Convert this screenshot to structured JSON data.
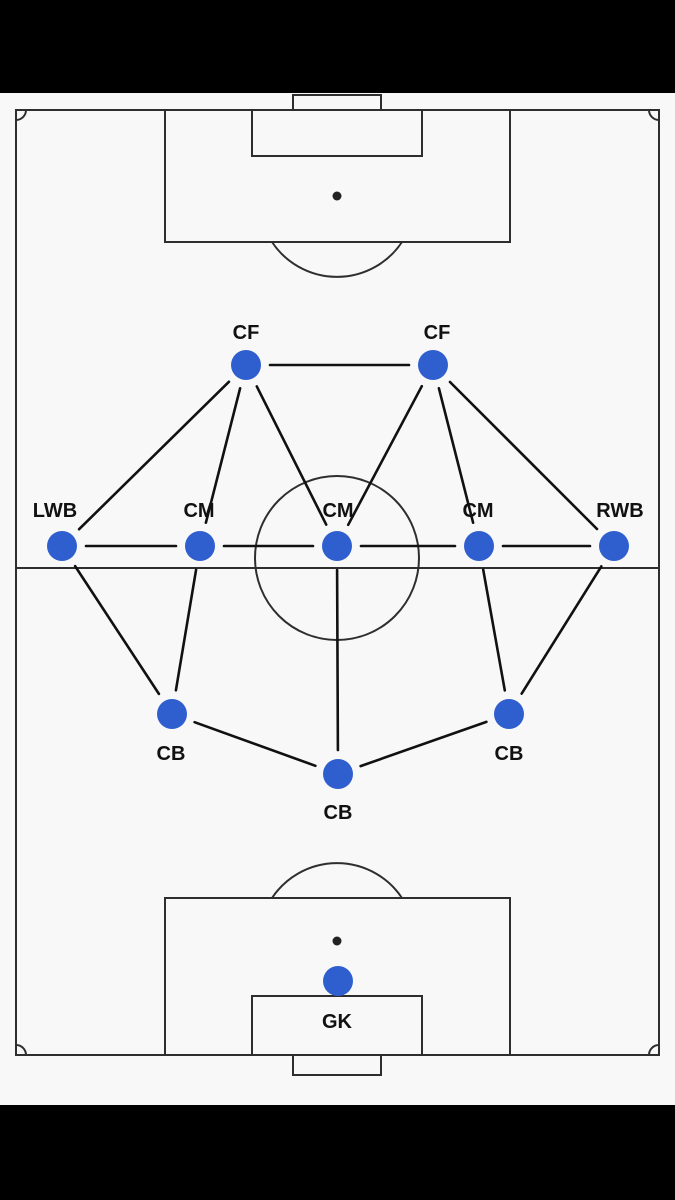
{
  "colors": {
    "frame": "#000000",
    "pitch": "#f8f8f8",
    "lines": "#2e2e2e",
    "player": "#2f5fcf",
    "links": "#111111"
  },
  "players": [
    {
      "id": "cf-left",
      "label": "CF"
    },
    {
      "id": "cf-right",
      "label": "CF"
    },
    {
      "id": "lwb",
      "label": "LWB"
    },
    {
      "id": "cm-left",
      "label": "CM"
    },
    {
      "id": "cm-center",
      "label": "CM"
    },
    {
      "id": "cm-right",
      "label": "CM"
    },
    {
      "id": "rwb",
      "label": "RWB"
    },
    {
      "id": "cb-left",
      "label": "CB"
    },
    {
      "id": "cb-center",
      "label": "CB"
    },
    {
      "id": "cb-right",
      "label": "CB"
    },
    {
      "id": "gk",
      "label": "GK"
    }
  ],
  "links": [
    [
      "cf-left",
      "cf-right"
    ],
    [
      "cf-left",
      "lwb"
    ],
    [
      "cf-left",
      "cm-left"
    ],
    [
      "cf-left",
      "cm-center"
    ],
    [
      "cf-right",
      "cm-center"
    ],
    [
      "cf-right",
      "cm-right"
    ],
    [
      "cf-right",
      "rwb"
    ],
    [
      "lwb",
      "cm-left"
    ],
    [
      "cm-left",
      "cm-center"
    ],
    [
      "cm-center",
      "cm-right"
    ],
    [
      "cm-right",
      "rwb"
    ],
    [
      "lwb",
      "cb-left"
    ],
    [
      "cm-left",
      "cb-left"
    ],
    [
      "cb-left",
      "cb-center"
    ],
    [
      "cm-center",
      "cb-center"
    ],
    [
      "cb-center",
      "cb-right"
    ],
    [
      "cm-right",
      "cb-right"
    ],
    [
      "rwb",
      "cb-right"
    ]
  ]
}
